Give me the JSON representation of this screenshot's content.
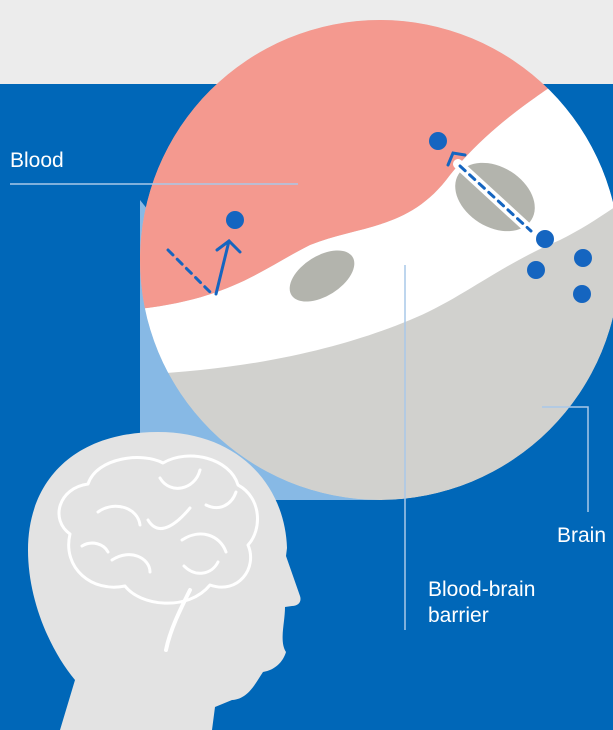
{
  "labels": {
    "blood": "Blood",
    "barrier_line1": "Blood-brain",
    "barrier_line2": "barrier",
    "brain": "Brain"
  },
  "colors": {
    "page_background": "#ececec",
    "panel_background": "#0067b8",
    "blood_region": "#f4998f",
    "barrier_layer": "#ffffff",
    "brain_region": "#d1d1ce",
    "cell_nucleus": "#b3b4ad",
    "transporter": "#b3b4ad",
    "molecule": "#1565c0",
    "zoom_beam": "#9fc8ec",
    "head_silhouette": "#e3e3e3",
    "brain_outline": "#ffffff",
    "leader_lines": "#a9c8e8"
  },
  "icons": {
    "head": "human-head-icon",
    "brain": "brain-icon",
    "molecule": "molecule-dot-icon",
    "transporter": "transporter-channel-icon"
  }
}
